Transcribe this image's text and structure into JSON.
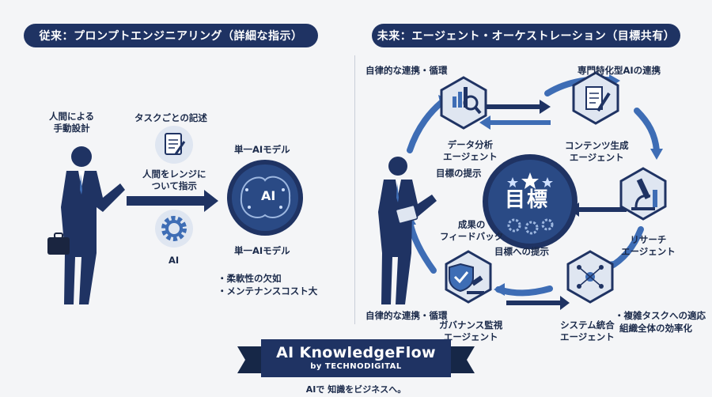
{
  "left_header": "従来：プロンプトエンジニアリング（詳細な指示）",
  "right_header": "未来：エージェント・オーケストレーション（目標共有）",
  "left": {
    "human_label": "人間による\n手動設計",
    "task_label": "タスクごとの記述",
    "arrow_label": "人間をレンジに\nついて指示",
    "single_ai_top": "単一AIモデル",
    "ai_brain_text": "AI",
    "ai_label": "AI",
    "single_ai_bottom": "単一AIモデル",
    "cons": [
      "・柔軟性の欠如",
      "・メンテナンスコスト大"
    ]
  },
  "right": {
    "auto_top": "自律的な連携・循環",
    "specialized": "専門特化型AIの連携",
    "goal_present": "目標の提示",
    "feedback": "成果の\nフィードバック",
    "goal_text": "目標",
    "goal_caption": "目標への提示",
    "auto_bottom": "自律的な連携・循環",
    "benefits": [
      "・複雑タスクへの適応",
      "組織全体の効率化"
    ],
    "agents": {
      "data": "データ分析\nエージェント",
      "content": "コンテンツ生成\nエージェント",
      "research": "リサーチ\nエージェント",
      "system": "システム統合\nエージェント",
      "governance": "ガバナンス監視\nエージェント"
    },
    "agent_icons": [
      "chart-magnifier-icon",
      "document-pen-icon",
      "microscope-icon",
      "network-gears-icon",
      "shield-gavel-icon"
    ]
  },
  "banner": {
    "title": "AI KnowledgeFlow",
    "subtitle": "by TECHNODIGITAL",
    "tagline": "AIで 知識をビジネスへ。"
  },
  "colors": {
    "navy": "#1f3363",
    "blue": "#3e6db5",
    "light": "#dfe6f1"
  }
}
